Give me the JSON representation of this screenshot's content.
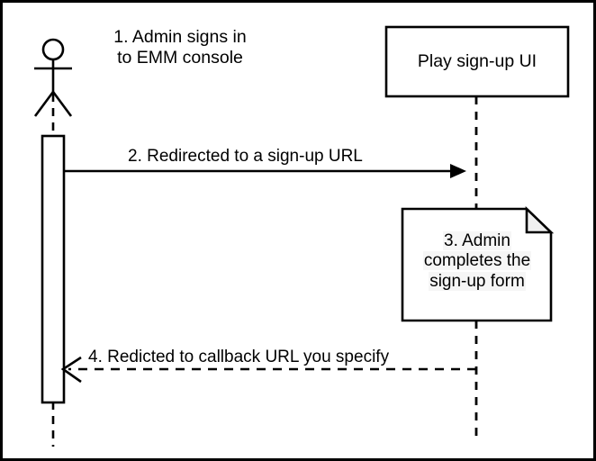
{
  "diagram": {
    "type": "uml-sequence-diagram",
    "border_color": "#000000",
    "line_color": "#000000",
    "background": "#ffffff",
    "note_fold_fill": "#f0f0f0",
    "note_text_highlight": "#f6f6f6"
  },
  "actor": {
    "name": "admin-actor",
    "icon": "stick-figure-actor"
  },
  "participants": [
    {
      "id": "play-signup-ui",
      "label": "Play sign-up UI"
    }
  ],
  "steps": {
    "step1": {
      "line1": "1. Admin signs in",
      "line2": "to EMM console"
    },
    "step2": {
      "label": "2. Redirected to a sign-up URL",
      "style": "solid",
      "arrowhead": "filled",
      "direction": "right"
    },
    "step3": {
      "line1": "3. Admin",
      "line2": "completes the",
      "line3": "sign-up form"
    },
    "step4": {
      "label": "4. Redicted to callback URL you specify",
      "style": "dashed",
      "arrowhead": "open",
      "direction": "left"
    }
  }
}
